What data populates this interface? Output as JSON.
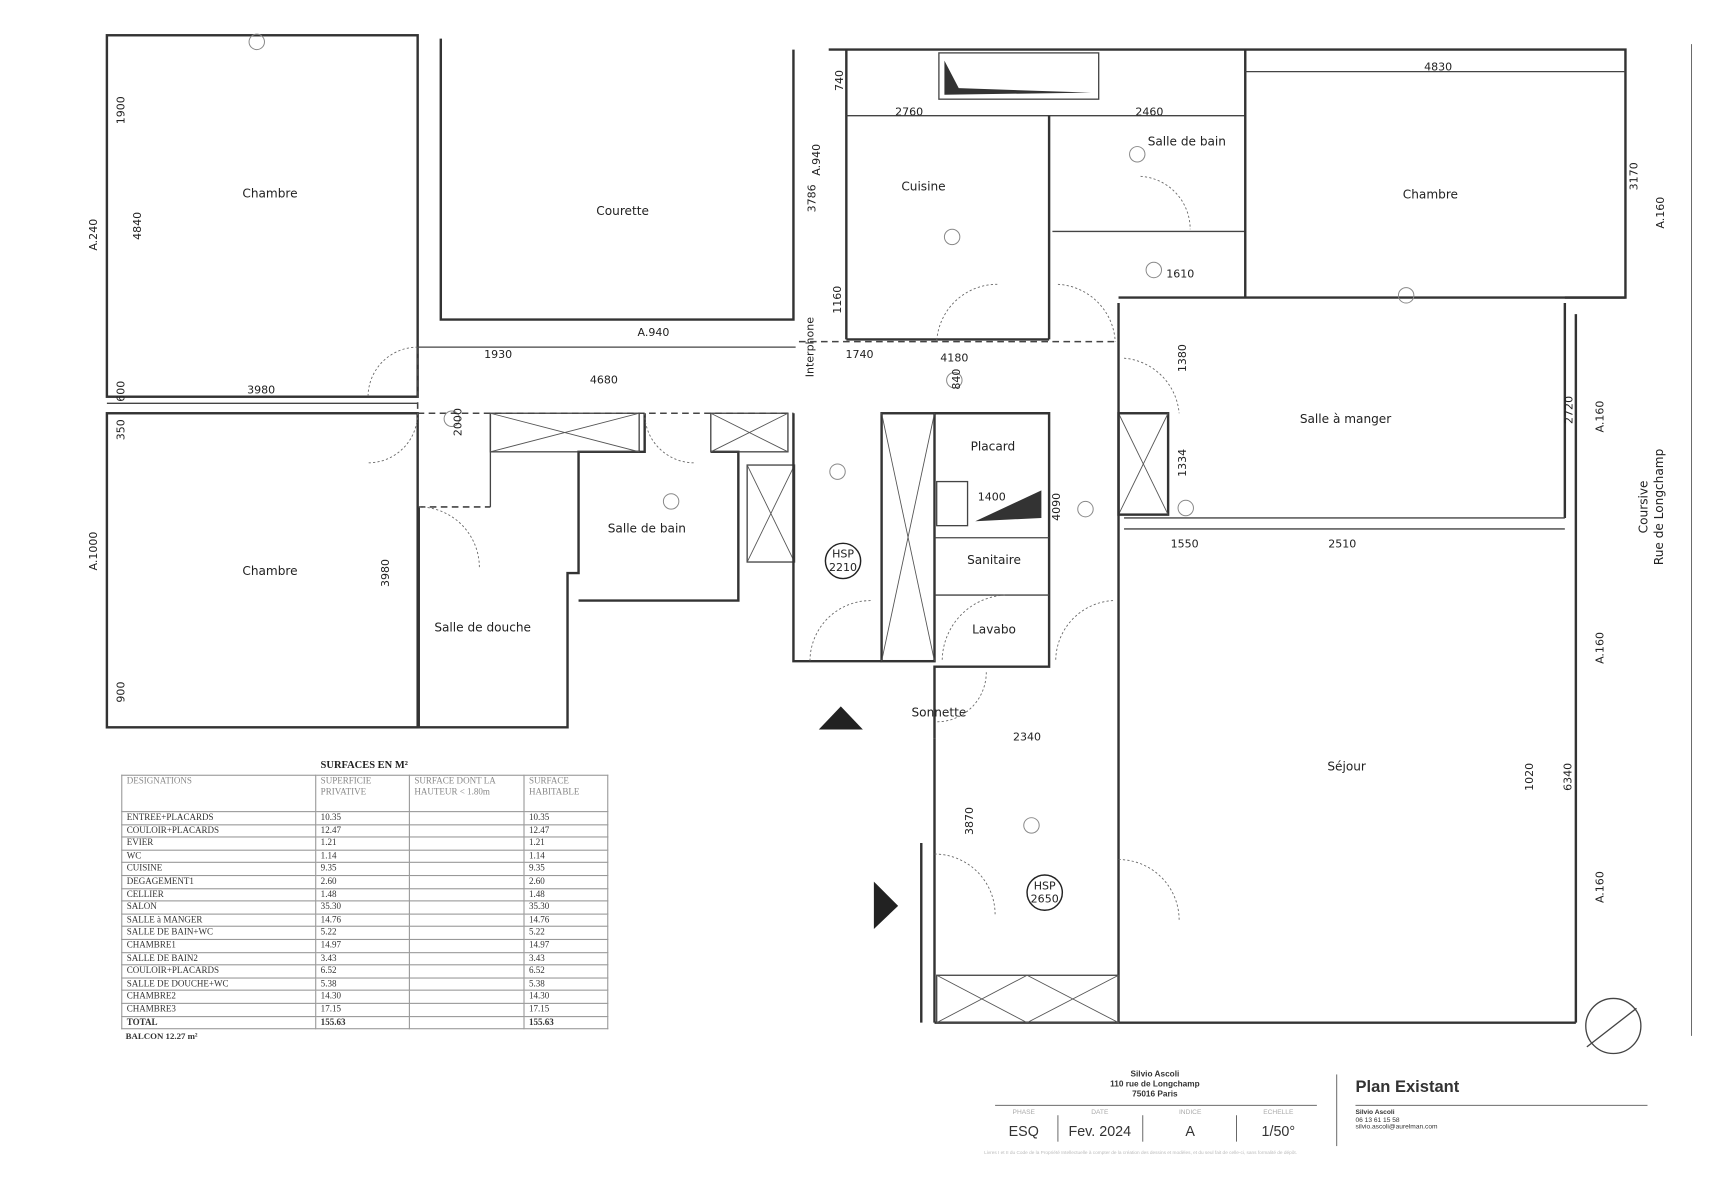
{
  "plan": {
    "rooms": [
      "Chambre",
      "Courette",
      "Chambre",
      "Salle de douche",
      "Salle de bain",
      "Cuisine",
      "Salle de bain",
      "Chambre",
      "Salle à manger",
      "Placard",
      "Sanitaire",
      "Lavabo",
      "Sonnette",
      "Séjour"
    ],
    "dimensions": [
      "1900",
      "4840",
      "A.240",
      "600",
      "3980",
      "350",
      "A.1000",
      "3980",
      "900",
      "1930",
      "A.940",
      "4680",
      "2000",
      "740",
      "2760",
      "2460",
      "4830",
      "3786",
      "A.940",
      "1160",
      "Interphone",
      "1740",
      "4180",
      "840",
      "1380",
      "1610",
      "3170",
      "A.160",
      "2720",
      "A.160",
      "1334",
      "1400",
      "4090",
      "1550",
      "2510",
      "2340",
      "3870",
      "1020",
      "6340",
      "A.160",
      "A.160"
    ],
    "hsp": [
      {
        "label": "HSP",
        "value": "2210"
      },
      {
        "label": "HSP",
        "value": "2650"
      }
    ],
    "street": [
      "Coursive",
      "Rue de Longchamp"
    ]
  },
  "surfaces": {
    "title": "SURFACES EN M²",
    "headers": [
      "DESIGNATIONS",
      "SUPERFICIE PRIVATIVE",
      "SURFACE DONT LA HAUTEUR < 1.80m",
      "SURFACE HABITABLE"
    ],
    "rows": [
      [
        "ENTREE+PLACARDS",
        "10.35",
        "",
        "10.35"
      ],
      [
        "COULOIR+PLACARDS",
        "12.47",
        "",
        "12.47"
      ],
      [
        "EVIER",
        "1.21",
        "",
        "1.21"
      ],
      [
        "WC",
        "1.14",
        "",
        "1.14"
      ],
      [
        "CUISINE",
        "9.35",
        "",
        "9.35"
      ],
      [
        "DEGAGEMENT1",
        "2.60",
        "",
        "2.60"
      ],
      [
        "CELLIER",
        "1.48",
        "",
        "1.48"
      ],
      [
        "SALON",
        "35.30",
        "",
        "35.30"
      ],
      [
        "SALLE à MANGER",
        "14.76",
        "",
        "14.76"
      ],
      [
        "SALLE DE BAIN+WC",
        "5.22",
        "",
        "5.22"
      ],
      [
        "CHAMBRE1",
        "14.97",
        "",
        "14.97"
      ],
      [
        "SALLE DE BAIN2",
        "3.43",
        "",
        "3.43"
      ],
      [
        "COULOIR+PLACARDS",
        "6.52",
        "",
        "6.52"
      ],
      [
        "SALLE DE DOUCHE+WC",
        "5.38",
        "",
        "5.38"
      ],
      [
        "CHAMBRE2",
        "14.30",
        "",
        "14.30"
      ],
      [
        "CHAMBRE3",
        "17.15",
        "",
        "17.15"
      ]
    ],
    "total": [
      "TOTAL",
      "155.63",
      "",
      "155.63"
    ],
    "balcon": "BALCON 12.27 m²"
  },
  "titleblock": {
    "client": [
      "Silvio Ascoli",
      "110 rue de Longchamp",
      "75016 Paris"
    ],
    "fields": [
      {
        "label": "PHASE",
        "value": "ESQ"
      },
      {
        "label": "DATE",
        "value": "Fev. 2024"
      },
      {
        "label": "INDICE",
        "value": "A"
      },
      {
        "label": "ECHELLE",
        "value": "1/50°"
      }
    ],
    "title": "Plan Existant",
    "contact": [
      "Silvio Ascoli",
      "06 13 61 15 58",
      "silvio.ascoli@aurelman.com"
    ],
    "legal": "Livres I et II du Code de la Propriété Intellectuelle à compter de la création des dessins et modèles, et du seul fait de celle-ci, sans formalité de dépôt."
  }
}
